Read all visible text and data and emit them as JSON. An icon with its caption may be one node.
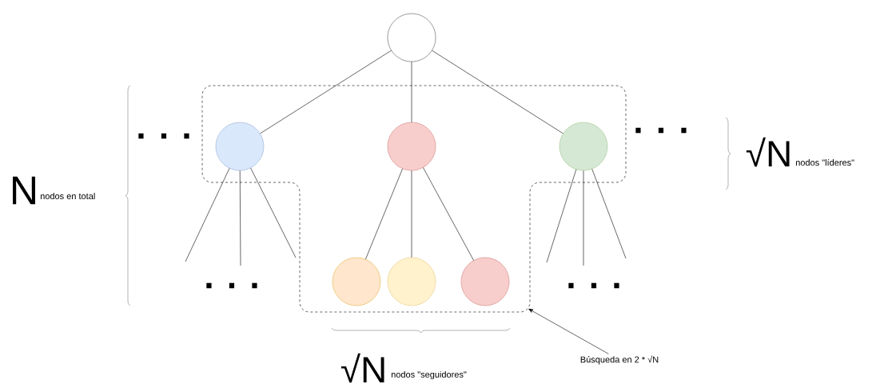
{
  "diagram": {
    "nodes": [
      {
        "text": [],
        "shape": "circle"
      },
      {
        "text": [],
        "shape": "box"
      },
      {
        "text": [],
        "shape": "circle",
        "in": 1
      },
      {
        "text": [],
        "shape": "circle",
        "in": 1
      },
      {
        "text": [],
        "shape": "circle",
        "in": 1
      },
      {
        "text": [],
        "shape": "circle",
        "in": 1
      },
      {
        "text": [],
        "shape": "circle",
        "in": 1
      },
      {
        "text": [],
        "shape": "circle",
        "in": 1
      },
      {
        "text": [
          "Búsqueda en 2 * √N"
        ]
      }
    ],
    "edges": [
      {
        "from": 0,
        "to": 2,
        "arrow": "none"
      },
      {
        "from": 0,
        "to": 3,
        "arrow": "none"
      },
      {
        "from": 0,
        "to": 4,
        "arrow": "none"
      },
      {
        "from": 3,
        "to": 5,
        "arrow": "none"
      },
      {
        "from": 3,
        "to": 6,
        "arrow": "none"
      },
      {
        "from": 3,
        "to": 7,
        "arrow": "none"
      },
      {
        "from": 2,
        "to": null,
        "arrow": "none"
      },
      {
        "from": 2,
        "to": null,
        "arrow": "none"
      },
      {
        "from": 2,
        "to": null,
        "arrow": "none"
      },
      {
        "from": 4,
        "to": null,
        "arrow": "none"
      },
      {
        "from": 4,
        "to": null,
        "arrow": "none"
      },
      {
        "from": 4,
        "to": null,
        "arrow": "none"
      },
      {
        "from": 8,
        "to": 1,
        "arrow": "to"
      }
    ],
    "labels": [
      ". . .",
      ". . .",
      "√N",
      "nodos \"líderes\"",
      "N",
      "nodos en total",
      ". . .",
      ". . .",
      "√N",
      "nodos \"seguidores\""
    ]
  }
}
